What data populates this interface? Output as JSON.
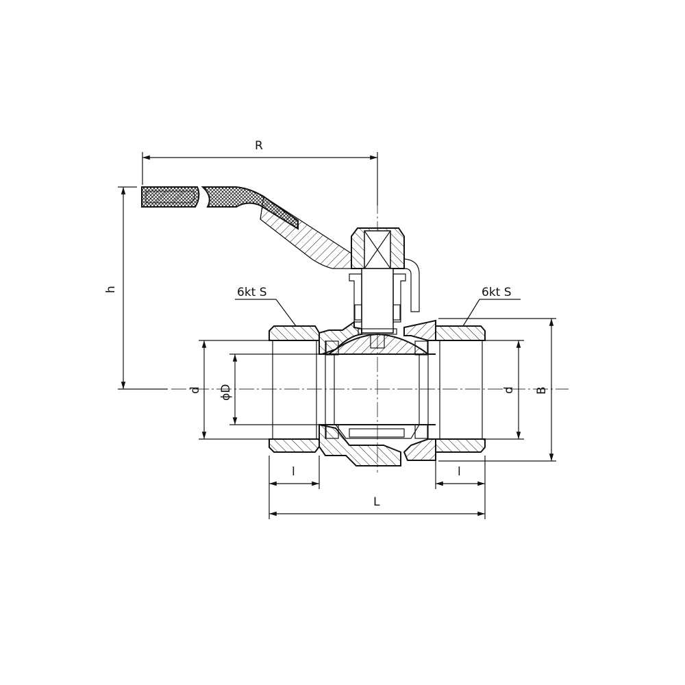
{
  "drawing": {
    "title": "Ball valve sectional drawing",
    "dimensions": {
      "handle_radius": "R",
      "height": "h",
      "hex_left": "6kt S",
      "hex_right": "6kt S",
      "thread_left": "d",
      "bore": "ϕD",
      "thread_right": "d",
      "body_width": "B",
      "thread_length_left": "l",
      "thread_length_right": "l",
      "overall_length": "L"
    },
    "colors": {
      "line": "#111111",
      "background": "#ffffff"
    }
  }
}
